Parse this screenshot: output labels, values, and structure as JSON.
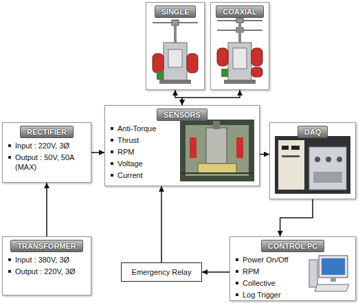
{
  "diagram": {
    "nodes": [
      {
        "text": [
          "SINGLE"
        ]
      },
      {
        "text": [
          "COAXIAL"
        ]
      },
      {
        "text": [
          "RECTIFIER",
          "Input : 220V, 3Ø",
          "Output : 50V, 50A (MAX)"
        ]
      },
      {
        "text": [
          "SENSORS",
          "Anti-Torque",
          "Thrust",
          "RPM",
          "Voltage",
          "Current"
        ]
      },
      {
        "text": [
          "DAQ"
        ]
      },
      {
        "text": [
          "TRANSFORMER",
          "Input : 380V, 3Ø",
          "Output : 220V, 3Ø"
        ]
      },
      {
        "text": [
          "Emergency Relay"
        ]
      },
      {
        "text": [
          "CONTROL PC",
          "Power On/Off",
          "RPM",
          "Collective",
          "Log Trigger"
        ]
      }
    ],
    "edges": [
      {
        "from": 3,
        "to": 0,
        "arrow": "both"
      },
      {
        "from": 3,
        "to": 1,
        "arrow": "both"
      },
      {
        "from": 5,
        "to": 2,
        "arrow": "to"
      },
      {
        "from": 2,
        "to": 3,
        "arrow": "to"
      },
      {
        "from": 3,
        "to": 4,
        "arrow": "to"
      },
      {
        "from": 4,
        "to": 7,
        "arrow": "to"
      },
      {
        "from": 7,
        "to": 6,
        "arrow": "to"
      },
      {
        "from": 6,
        "to": 3,
        "arrow": "to"
      }
    ]
  }
}
